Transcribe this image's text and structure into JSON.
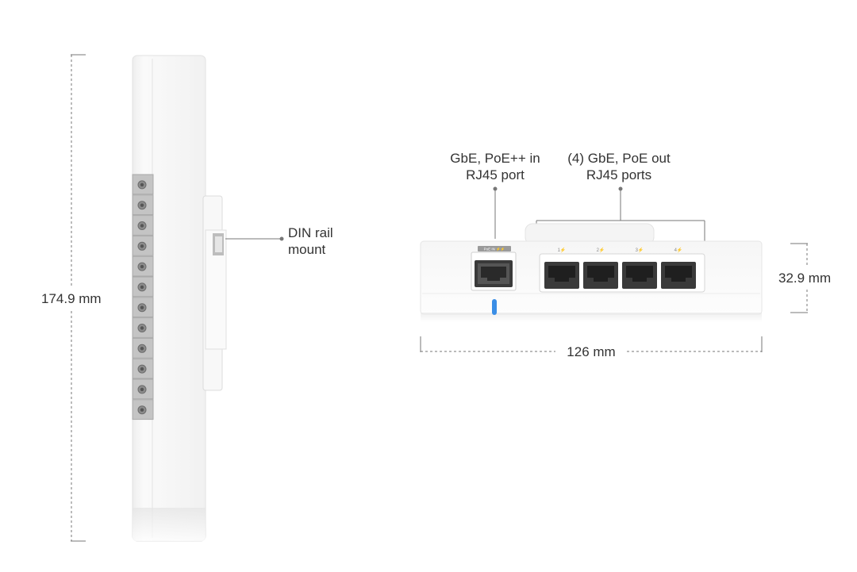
{
  "side_view": {
    "height_label": "174.9 mm",
    "din_rail_label_line1": "DIN rail",
    "din_rail_label_line2": "mount"
  },
  "bottom_view": {
    "poe_in_label_line1": "GbE, PoE++ in",
    "poe_in_label_line2": "RJ45 port",
    "poe_out_label_line1": "(4) GbE, PoE out",
    "poe_out_label_line2": "RJ45 ports",
    "width_label": "126 mm",
    "depth_label": "32.9 mm",
    "poe_in_badge": "PoE IN ⚡⚡",
    "port_numbers": [
      "1⚡",
      "2⚡",
      "3⚡",
      "4⚡"
    ]
  },
  "colors": {
    "led": "#3a8ee6",
    "dimension_line": "#777777",
    "device_body": "#f7f7f7",
    "port_shell": "#3a3a3a"
  }
}
